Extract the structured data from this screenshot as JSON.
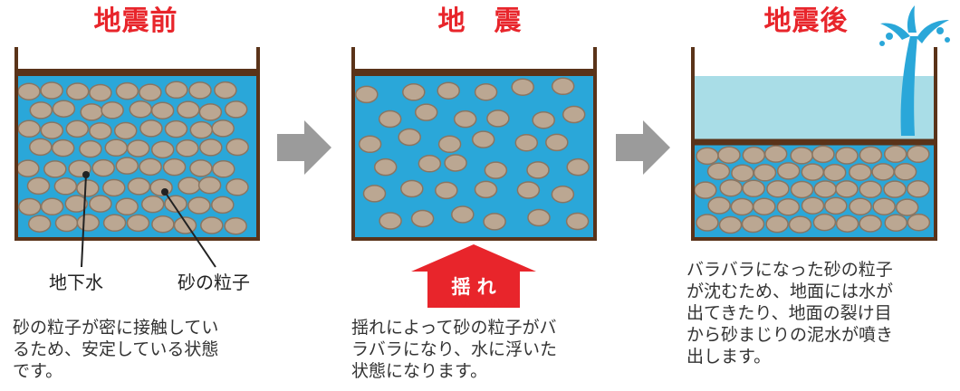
{
  "panels": [
    {
      "title": "地震前",
      "labels": {
        "water": "地下水",
        "sand": "砂の粒子"
      },
      "description_lines": [
        "砂の粒子が密に接触してい",
        "るため、安定している状態",
        "です。"
      ]
    },
    {
      "title": "地　震",
      "shake_label": "揺 れ",
      "description_lines": [
        "揺れによって砂の粒子がバ",
        "ラバラになり、水に浮いた",
        "状態になります。"
      ]
    },
    {
      "title": "地震後",
      "description_lines": [
        "バラバラになった砂の粒子",
        "が沈むため、地面には水が",
        "出てきたり、地面の裂け目",
        "から砂まじりの泥水が噴き",
        "出します。"
      ]
    }
  ],
  "colors": {
    "title_red": "#e8252b",
    "water_blue": "#2aa7d9",
    "light_water": "#a9dde7",
    "sand_fill": "#bba792",
    "sand_stroke": "#8a7561",
    "frame_brown": "#5a3319",
    "arrow_gray": "#9b9b9b",
    "spout_blue": "#2aa7d9"
  },
  "icons": [
    "arrow-right-icon",
    "shake-up-arrow-icon",
    "water-spout-icon"
  ]
}
